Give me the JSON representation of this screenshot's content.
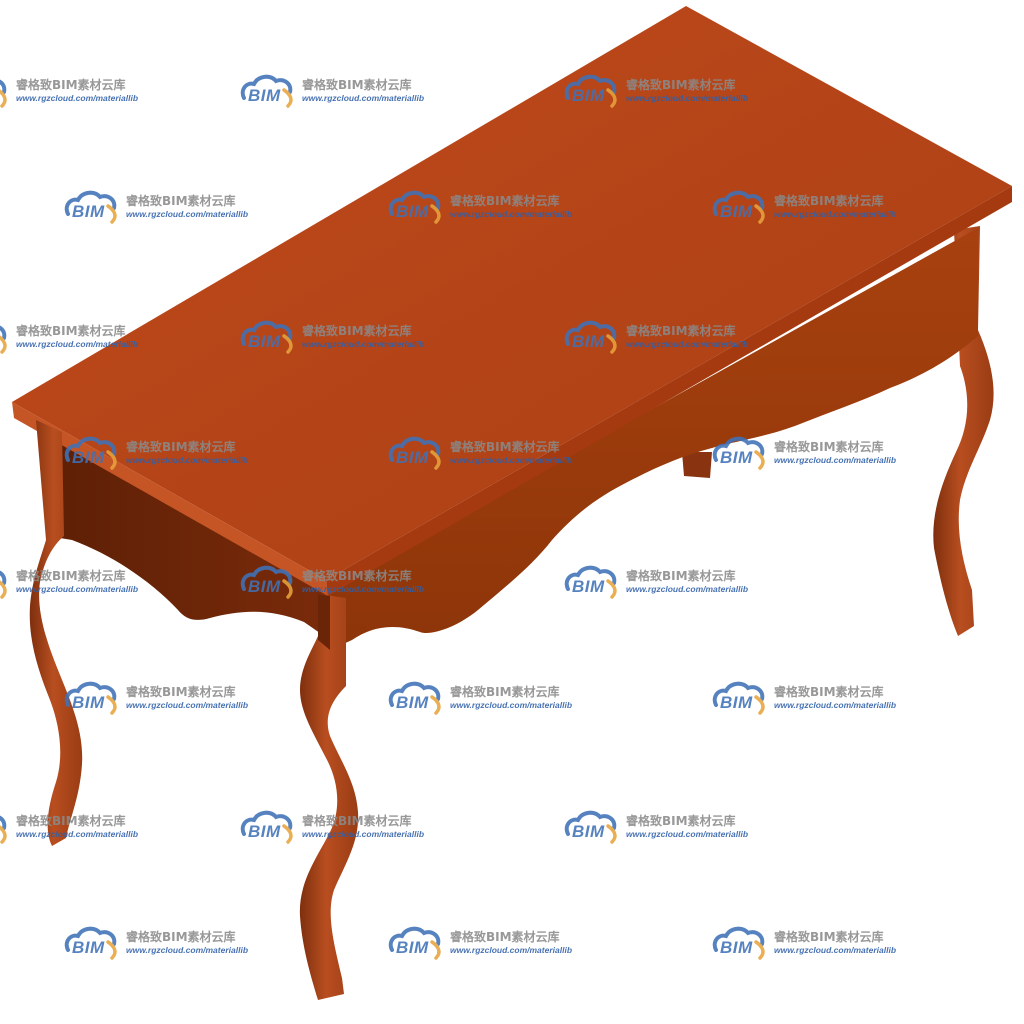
{
  "object": {
    "name": "ornate-console-table",
    "colors": {
      "top": "#b84419",
      "top_edge": "#cd5a2c",
      "apron_front": "#a1400f",
      "apron_side": "#6a2508",
      "leg": "#b24a1d",
      "leg_shadow": "#7e2f0e"
    }
  },
  "watermark": {
    "brand": "BIM",
    "text_cn": "睿格致BIM素材云库",
    "url": "www.rgzcloud.com/materiallib",
    "icon": "cloud-logo-icon",
    "colors": {
      "cloud": "#3f72b8",
      "swoosh": "#e8a33c",
      "text": "#8a8a8a"
    }
  }
}
